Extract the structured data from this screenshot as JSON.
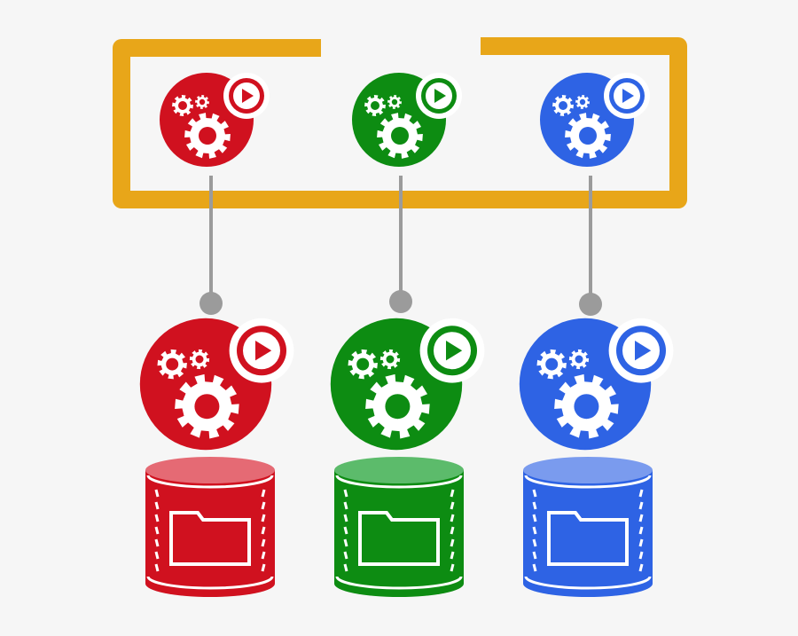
{
  "diagram": {
    "background": "#f6f6f6",
    "frame_color": "#e8a619",
    "connector_color": "#9b9b9b",
    "columns": [
      {
        "id": "red",
        "color": "#d0111f",
        "disk_top_color": "#e56a74",
        "top_service": {
          "icons": [
            "small-gear-icon",
            "tiny-gear-icon",
            "large-gear-icon",
            "play-icon"
          ]
        },
        "bottom_service": {
          "icons": [
            "small-gear-icon",
            "tiny-gear-icon",
            "large-gear-icon",
            "play-icon"
          ]
        },
        "database": {
          "icon": "folder-icon"
        }
      },
      {
        "id": "green",
        "color": "#0d8c12",
        "disk_top_color": "#5cbb6b",
        "top_service": {
          "icons": [
            "small-gear-icon",
            "tiny-gear-icon",
            "large-gear-icon",
            "play-icon"
          ]
        },
        "bottom_service": {
          "icons": [
            "small-gear-icon",
            "tiny-gear-icon",
            "large-gear-icon",
            "play-icon"
          ]
        },
        "database": {
          "icon": "folder-icon"
        }
      },
      {
        "id": "blue",
        "color": "#2e63e4",
        "disk_top_color": "#7a9bee",
        "top_service": {
          "icons": [
            "small-gear-icon",
            "tiny-gear-icon",
            "large-gear-icon",
            "play-icon"
          ]
        },
        "bottom_service": {
          "icons": [
            "small-gear-icon",
            "tiny-gear-icon",
            "large-gear-icon",
            "play-icon"
          ]
        },
        "database": {
          "icon": "folder-icon"
        }
      }
    ]
  }
}
